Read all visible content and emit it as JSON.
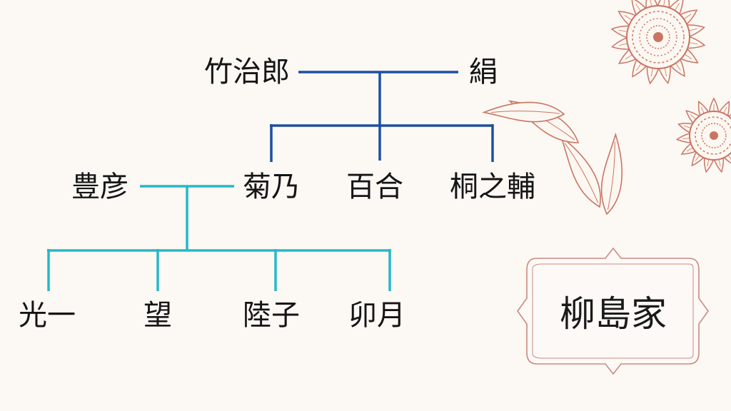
{
  "family_title": "柳島家",
  "generation1": {
    "husband": "竹治郎",
    "wife": "絹"
  },
  "generation2": {
    "spouse": "豊彦",
    "children": [
      "菊乃",
      "百合",
      "桐之輔"
    ]
  },
  "generation3": {
    "children": [
      "光一",
      "望",
      "陸子",
      "卯月"
    ]
  },
  "colors": {
    "gen1_line": "#1d4fa0",
    "gen2_line": "#25b8c8",
    "flower": "#c97562",
    "frame": "#c98a80"
  }
}
